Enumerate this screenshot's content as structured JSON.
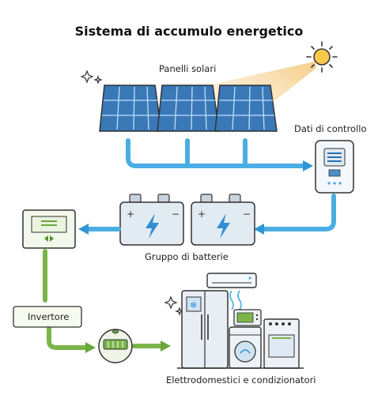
{
  "title": "Sistema di accumulo energetico",
  "labels": {
    "solar_panels": "Panelli solari",
    "control_data": "Dati di controllo",
    "battery_group": "Gruppo di batterie",
    "inverter": "Invertore",
    "appliances": "Elettrodomestici e condizionatori"
  },
  "colors": {
    "blue_flow": "#3fa7e0",
    "green_flow": "#7bb54a",
    "sun": "#f2c14e",
    "sun_ray": "#f7d9a0",
    "panel": "#4b8fc9",
    "battery": "#dfe7ee",
    "lightning": "#2f8fd8"
  }
}
